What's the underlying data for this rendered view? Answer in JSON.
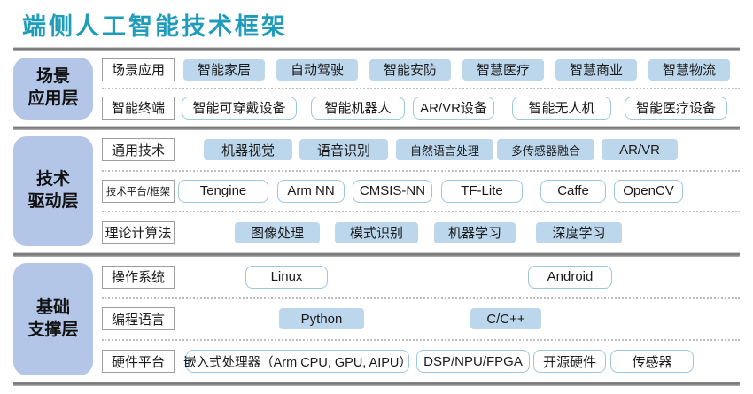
{
  "title": "端侧人工智能技术框架",
  "colors": {
    "title": "#1e9cba",
    "layer_label_bg": "#b3c6e8",
    "filled_bg": "#bcd6ec",
    "outlined_border": "#9dc6df"
  },
  "layers": [
    {
      "id": "scene-application",
      "name_lines": [
        "场景",
        "应用层"
      ],
      "rows": [
        {
          "label": "场景应用",
          "style": "filled",
          "items": [
            "智能家居",
            "自动驾驶",
            "智能安防",
            "智慧医疗",
            "智慧商业",
            "智慧物流"
          ]
        },
        {
          "label": "智能终端",
          "style": "outlined",
          "items": [
            "智能可穿戴设备",
            "智能机器人",
            "AR/VR设备",
            "智能无人机",
            "智能医疗设备"
          ]
        }
      ]
    },
    {
      "id": "technology-driver",
      "name_lines": [
        "技术",
        "驱动层"
      ],
      "rows": [
        {
          "label": "通用技术",
          "style": "filled",
          "items": [
            "机器视觉",
            "语音识别",
            "自然语言处理",
            "多传感器融合",
            "AR/VR"
          ]
        },
        {
          "label": "技术平台/框架",
          "style": "outlined",
          "small_label": true,
          "items": [
            "Tengine",
            "Arm NN",
            "CMSIS-NN",
            "TF-Lite",
            "Caffe",
            "OpenCV"
          ]
        },
        {
          "label": "理论计算法",
          "style": "filled",
          "items": [
            "图像处理",
            "模式识别",
            "机器学习",
            "深度学习"
          ]
        }
      ]
    },
    {
      "id": "foundation-support",
      "name_lines": [
        "基础",
        "支撑层"
      ],
      "rows": [
        {
          "label": "操作系统",
          "style": "outlined",
          "items": [
            "Linux",
            "Android"
          ]
        },
        {
          "label": "编程语言",
          "style": "filled",
          "items": [
            "Python",
            "C/C++"
          ]
        },
        {
          "label": "硬件平台",
          "style": "outlined",
          "items": [
            "嵌入式处理器（Arm CPU, GPU, AIPU）",
            "DSP/NPU/FPGA",
            "开源硬件",
            "传感器"
          ]
        }
      ]
    }
  ]
}
